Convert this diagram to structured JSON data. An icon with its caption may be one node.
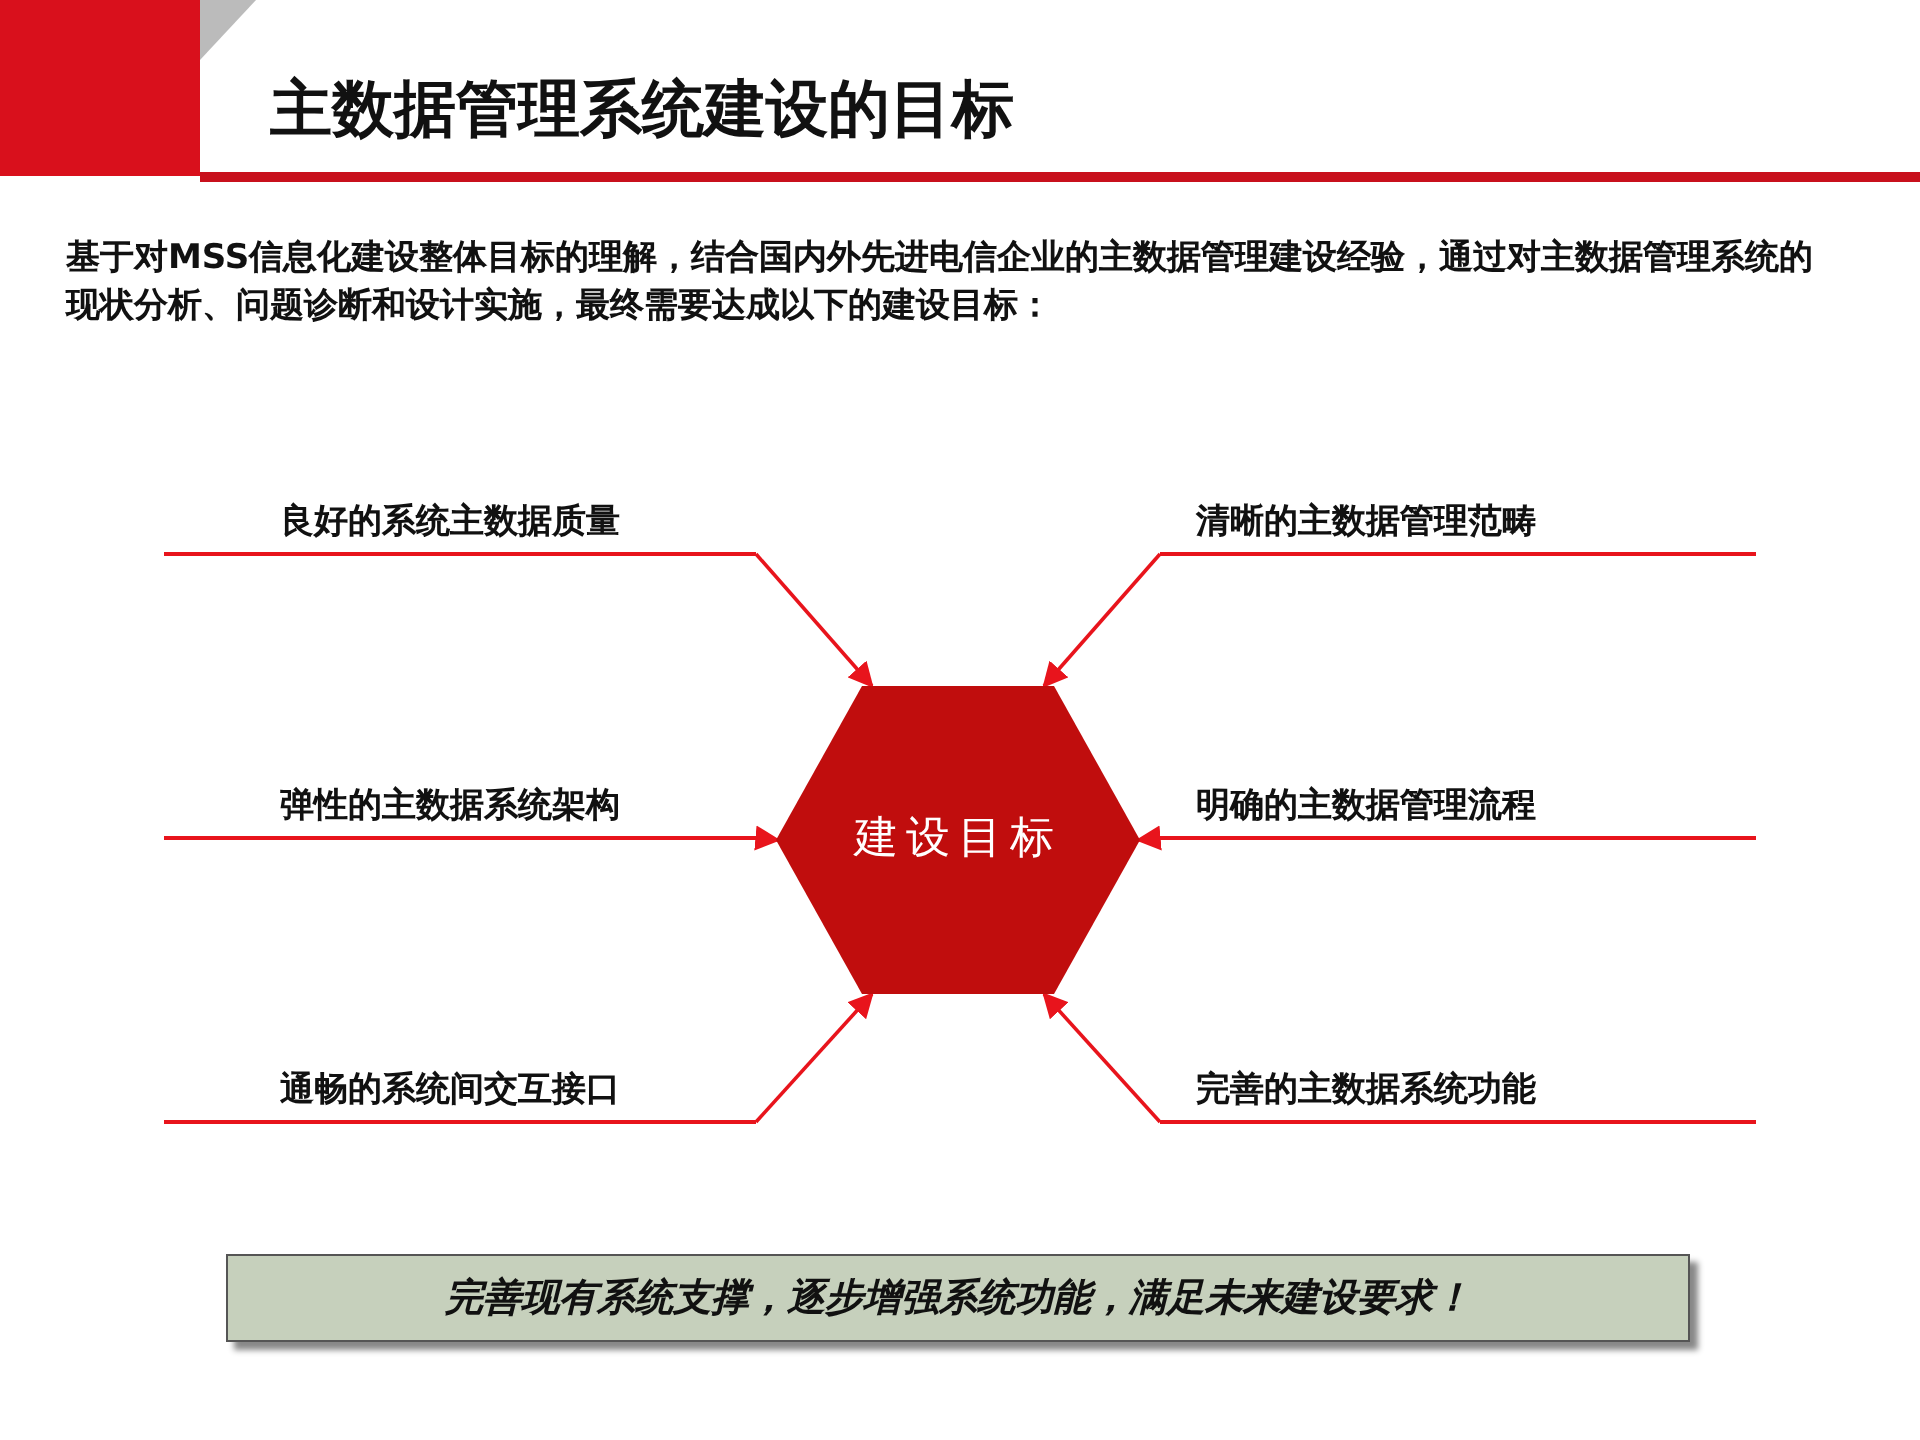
{
  "diagram": {
    "title": "主数据管理系统建设的目标",
    "nodes": [
      {
        "text": [
          "良好的系统主数据质量"
        ]
      },
      {
        "text": [
          "清晰的主数据管理范畴"
        ]
      },
      {
        "text": [
          "弹性的主数据系统架构"
        ]
      },
      {
        "text": [
          "建设目标"
        ]
      },
      {
        "text": [
          "明确的主数据管理流程"
        ]
      },
      {
        "text": [
          "通畅的系统间交互接口"
        ]
      },
      {
        "text": [
          "完善的主数据系统功能"
        ]
      },
      {
        "text": [
          "完善现有系统支撑，逐步增强系统功能，满足未来建设要求！"
        ]
      }
    ],
    "edges": [
      {
        "from": 0,
        "to": 3,
        "arrow": "to"
      },
      {
        "from": 1,
        "to": 3,
        "arrow": "to"
      },
      {
        "from": 2,
        "to": 3,
        "arrow": "to"
      },
      {
        "from": 4,
        "to": 3,
        "arrow": "to"
      },
      {
        "from": 5,
        "to": 3,
        "arrow": "to"
      },
      {
        "from": 6,
        "to": 3,
        "arrow": "to"
      }
    ],
    "labels": [
      "基于对MSS信息化建设整体目标的理解，结合国内外先进电信企业的主数据管理建设经验，通过对主数据管理系统的现状分析、问题诊断和设计实施，最终需要达成以下的建设目标："
    ]
  }
}
